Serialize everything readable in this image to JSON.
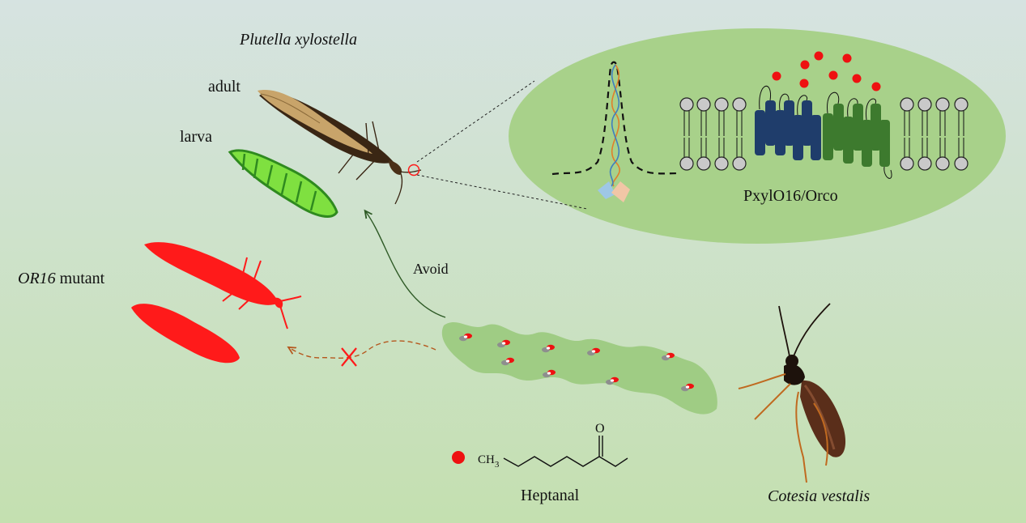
{
  "labels": {
    "species": "Plutella xylostella",
    "adult": "adult",
    "larva": "larva",
    "mutant_gene": "OR16",
    "mutant_suffix": " mutant",
    "avoid": "Avoid",
    "receptor": "PxylO16/Orco",
    "compound": "Heptanal",
    "ch3": "CH",
    "ch3_sub": "3",
    "carbonyl_o": "O",
    "parasitoid": "Cotesia vestalis"
  },
  "colors": {
    "background_top": "#d6e3e1",
    "background_bottom": "#c4e0b0",
    "zoom_ellipse": "#a8d18a",
    "odor_plume": "#9fcc84",
    "mutant_red": "#ff1a1a",
    "odorant_red": "#ee1111",
    "receptor_blue": "#1f3d6b",
    "orco_green": "#3d7a2e",
    "larva_green": "#7fe040",
    "moth_tan": "#c8a46a",
    "moth_dark": "#3a2614",
    "wasp_brown": "#5a2e1a",
    "avoid_arrow": "#2e5a26",
    "blocked_path": "#b5581e"
  },
  "icons": {
    "moth": "moth-icon",
    "larva": "caterpillar-icon",
    "wasp": "parasitoid-wasp-icon",
    "odorant": "odorant-molecule-icon"
  }
}
